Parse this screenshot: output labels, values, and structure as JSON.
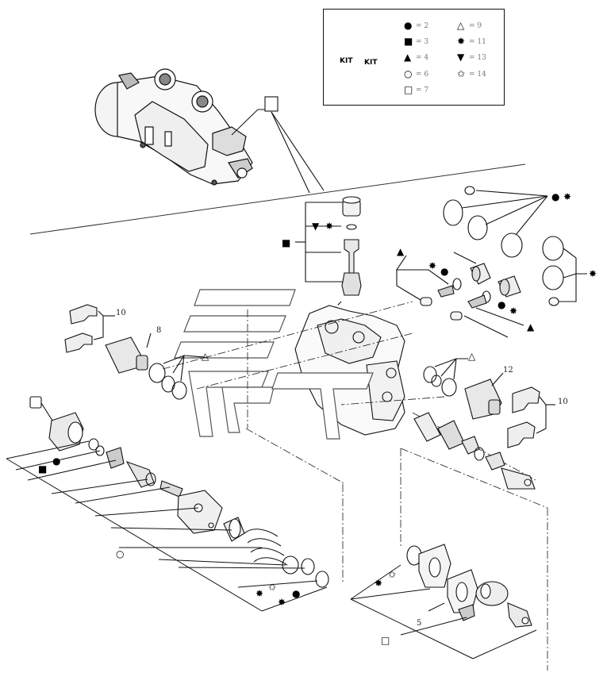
{
  "legend": {
    "kit_label_left": "KIT",
    "kit_label_right": "KIT",
    "entries": [
      {
        "symbol": "●",
        "icon": "filled-circle-icon",
        "text": "= 2"
      },
      {
        "symbol": "■",
        "icon": "filled-square-icon",
        "text": "= 3"
      },
      {
        "symbol": "▲",
        "icon": "filled-triangle-icon",
        "text": "= 4"
      },
      {
        "symbol": "○",
        "icon": "open-circle-icon",
        "text": "= 6"
      },
      {
        "symbol": "□",
        "icon": "open-square-icon",
        "text": "= 7"
      },
      {
        "symbol": "△",
        "icon": "open-triangle-icon",
        "text": "= 9"
      },
      {
        "symbol": "✸",
        "icon": "filled-star-icon",
        "text": "= 11"
      },
      {
        "symbol": "▼",
        "icon": "filled-down-triangle-icon",
        "text": "= 13"
      },
      {
        "symbol": "✩",
        "icon": "open-star-icon",
        "text": "= 14"
      }
    ]
  },
  "callouts": {
    "c10_left": "10",
    "c8": "8",
    "c12": "12",
    "c10_right": "10",
    "c5": "5"
  }
}
